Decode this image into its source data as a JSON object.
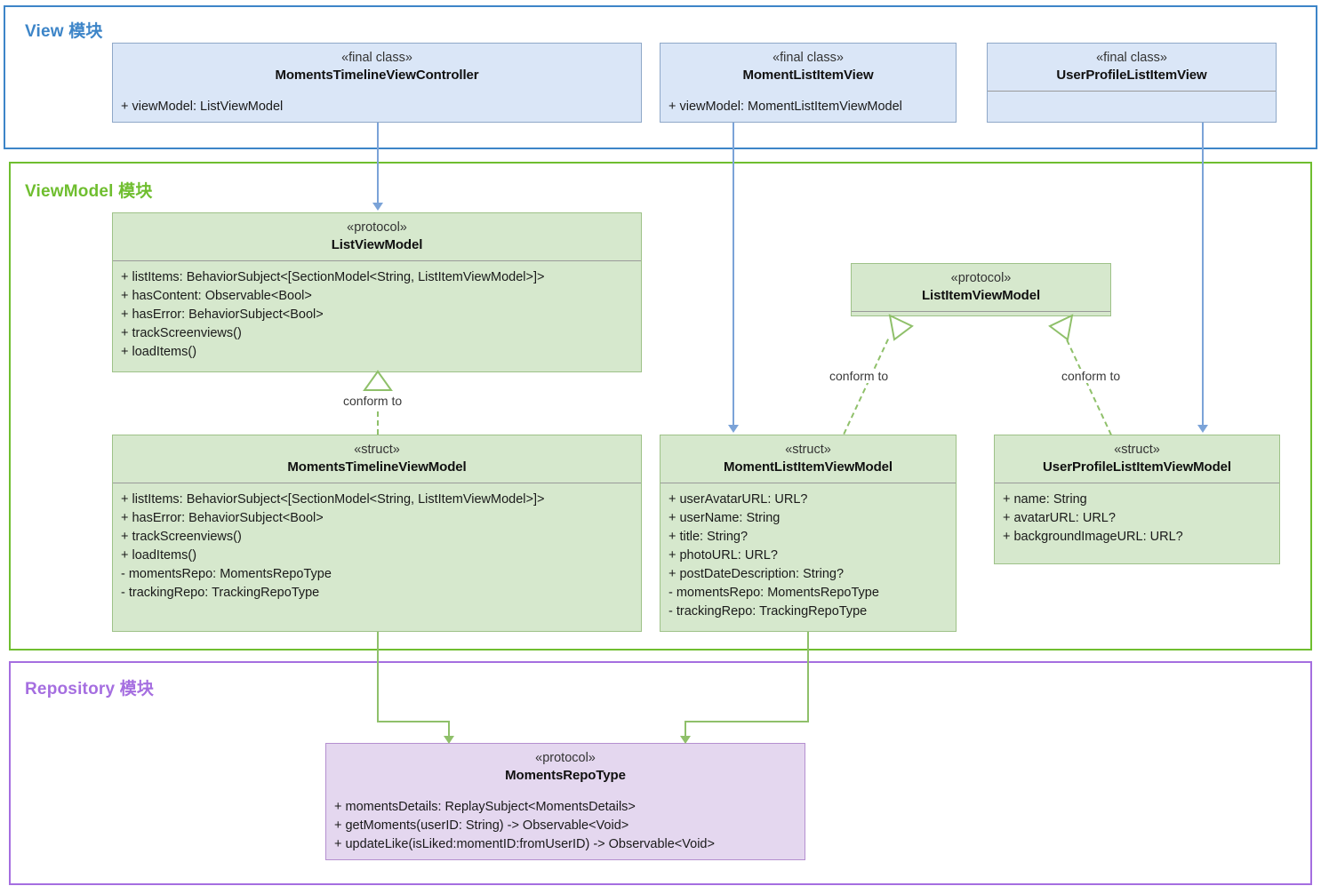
{
  "diagram": {
    "title": "MVVM Module Class Diagram",
    "colors": {
      "view_accent": "#3d85c8",
      "viewmodel_accent": "#6fbe2f",
      "repository_accent": "#a56ee0",
      "view_box_fill": "#dae6f7",
      "viewmodel_box_fill": "#d6e8cd",
      "repository_box_fill": "#e4d7ef"
    }
  },
  "modules": {
    "view": {
      "label": "View 模块"
    },
    "viewmodel": {
      "label": "ViewModel 模块"
    },
    "repository": {
      "label": "Repository 模块"
    }
  },
  "classes": {
    "moments_timeline_view_controller": {
      "stereotype": "«final class»",
      "name": "MomentsTimelineViewController",
      "members": [
        "+ viewModel: ListViewModel"
      ]
    },
    "moment_list_item_view": {
      "stereotype": "«final class»",
      "name": "MomentListItemView",
      "members": [
        "+ viewModel: MomentListItemViewModel"
      ]
    },
    "user_profile_list_item_view": {
      "stereotype": "«final class»",
      "name": "UserProfileListItemView",
      "members": []
    },
    "list_view_model": {
      "stereotype": "«protocol»",
      "name": "ListViewModel",
      "members": [
        "+ listItems: BehaviorSubject<[SectionModel<String, ListItemViewModel>]>",
        "+ hasContent: Observable<Bool>",
        "+ hasError: BehaviorSubject<Bool>",
        "+ trackScreenviews()",
        "+ loadItems()"
      ]
    },
    "list_item_view_model": {
      "stereotype": "«protocol»",
      "name": "ListItemViewModel",
      "members": []
    },
    "moments_timeline_view_model": {
      "stereotype": "«struct»",
      "name": "MomentsTimelineViewModel",
      "members": [
        "+ listItems: BehaviorSubject<[SectionModel<String, ListItemViewModel>]>",
        "+ hasError: BehaviorSubject<Bool>",
        "+ trackScreenviews()",
        "+ loadItems()",
        "- momentsRepo: MomentsRepoType",
        "- trackingRepo: TrackingRepoType"
      ]
    },
    "moment_list_item_view_model": {
      "stereotype": "«struct»",
      "name": "MomentListItemViewModel",
      "members": [
        "+ userAvatarURL: URL?",
        "+ userName: String",
        "+ title: String?",
        "+ photoURL: URL?",
        "+ postDateDescription: String?",
        "- momentsRepo: MomentsRepoType",
        "- trackingRepo: TrackingRepoType"
      ]
    },
    "user_profile_list_item_view_model": {
      "stereotype": "«struct»",
      "name": "UserProfileListItemViewModel",
      "members": [
        "+ name: String",
        "+ avatarURL: URL?",
        "+ backgroundImageURL: URL?"
      ]
    },
    "moments_repo_type": {
      "stereotype": "«protocol»",
      "name": "MomentsRepoType",
      "members": [
        "+ momentsDetails: ReplaySubject<MomentsDetails>",
        "+ getMoments(userID: String) -> Observable<Void>",
        "+ updateLike(isLiked:momentID:fromUserID) -> Observable<Void>"
      ]
    }
  },
  "relations": {
    "conform_to_1": {
      "label": "conform to"
    },
    "conform_to_2": {
      "label": "conform to"
    },
    "conform_to_3": {
      "label": "conform to"
    }
  }
}
